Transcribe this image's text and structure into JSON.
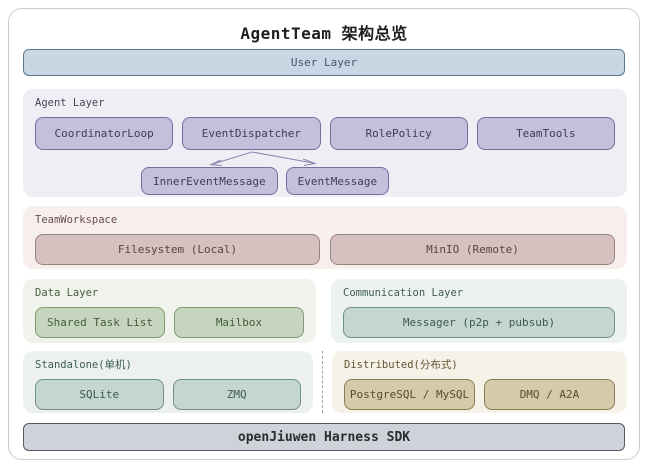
{
  "title": "AgentTeam 架构总览",
  "user_layer": {
    "label": "User Layer"
  },
  "agent_layer": {
    "label": "Agent Layer",
    "components": [
      "CoordinatorLoop",
      "EventDispatcher",
      "RolePolicy",
      "TeamTools"
    ],
    "messages": [
      "InnerEventMessage",
      "EventMessage"
    ]
  },
  "team_workspace": {
    "label": "TeamWorkspace",
    "components": [
      "Filesystem (Local)",
      "MinIO (Remote)"
    ]
  },
  "data_layer": {
    "label": "Data Layer",
    "components": [
      "Shared Task List",
      "Mailbox"
    ]
  },
  "communication_layer": {
    "label": "Communication Layer",
    "components": [
      "Messager (p2p + pubsub)"
    ]
  },
  "standalone": {
    "label": "Standalone(单机)",
    "components": [
      "SQLite",
      "ZMQ"
    ]
  },
  "distributed": {
    "label": "Distributed(分布式)",
    "components": [
      "PostgreSQL / MySQL",
      "DMQ / A2A"
    ]
  },
  "sdk_bar": {
    "label": "openJiuwen Harness SDK"
  },
  "colors": {
    "user_layer_fill": "#c9d7e4",
    "user_layer_border": "#5c7890",
    "agent_fill": "#c6bfdb",
    "agent_border": "#776c9d",
    "workspace_fill": "#d4c1c0",
    "workspace_border": "#9d8281",
    "data_fill": "#c7d5c0",
    "data_border": "#7e9c74",
    "communication_fill": "#c9d8d2",
    "communication_border": "#7b998f",
    "standalone_fill": "#c5d6d0",
    "standalone_border": "#6f9186",
    "distributed_fill": "#d5caa9",
    "distributed_border": "#8a7c54",
    "sdk_fill": "#cfd3d9",
    "sdk_border": "#54585f"
  }
}
